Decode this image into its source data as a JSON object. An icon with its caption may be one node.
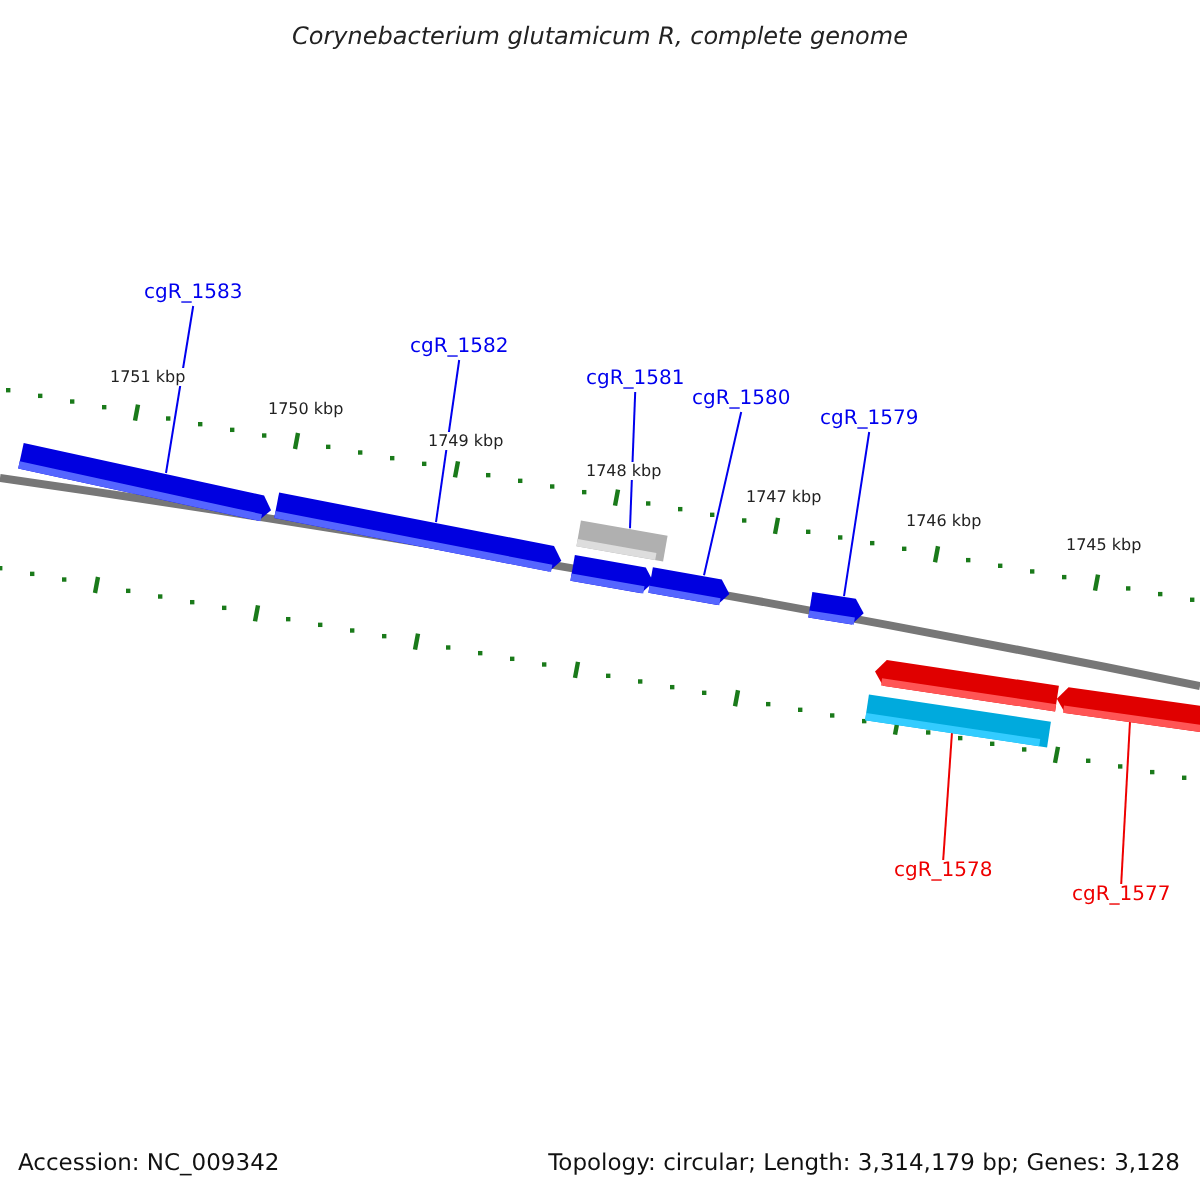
{
  "diagram": {
    "title": "Corynebacterium glutamicum R, complete genome",
    "nodes": [
      {
        "text": [
          "cgR_1583"
        ]
      },
      {
        "text": [
          "cgR_1582"
        ]
      },
      {
        "text": [
          "cgR_1581"
        ]
      },
      {
        "text": [
          "cgR_1580"
        ]
      },
      {
        "text": [
          "cgR_1579"
        ]
      },
      {
        "text": [
          "cgR_1578"
        ]
      },
      {
        "text": [
          "cgR_1577"
        ]
      },
      {
        "text": [],
        "shape": "arrow"
      },
      {
        "text": [],
        "shape": "arrow"
      },
      {
        "text": [],
        "shape": "bar"
      },
      {
        "text": [],
        "shape": "arrow"
      },
      {
        "text": [],
        "shape": "arrow"
      },
      {
        "text": [],
        "shape": "arrow"
      },
      {
        "text": [],
        "shape": "arrow"
      },
      {
        "text": [],
        "shape": "bar"
      },
      {
        "text": [],
        "shape": "arrow"
      }
    ],
    "edges": [
      {
        "from": 0,
        "to": 7,
        "arrow": "none"
      },
      {
        "from": 1,
        "to": 8,
        "arrow": "none"
      },
      {
        "from": 2,
        "to": 9,
        "arrow": "none"
      },
      {
        "from": 3,
        "to": 11,
        "arrow": "none"
      },
      {
        "from": 4,
        "to": 12,
        "arrow": "none"
      },
      {
        "from": 5,
        "to": 14,
        "arrow": "none",
        "color": "#ee0000"
      },
      {
        "from": 6,
        "to": 15,
        "arrow": "none",
        "color": "#ee0000"
      }
    ],
    "labels": [
      "1751 kbp",
      "1750 kbp",
      "1749 kbp",
      "1748 kbp",
      "1747 kbp",
      "1746 kbp",
      "1745 kbp",
      "Accession: NC_009342",
      "Topology: circular; Length: 3,314,179 bp; Genes: 3,128"
    ]
  }
}
